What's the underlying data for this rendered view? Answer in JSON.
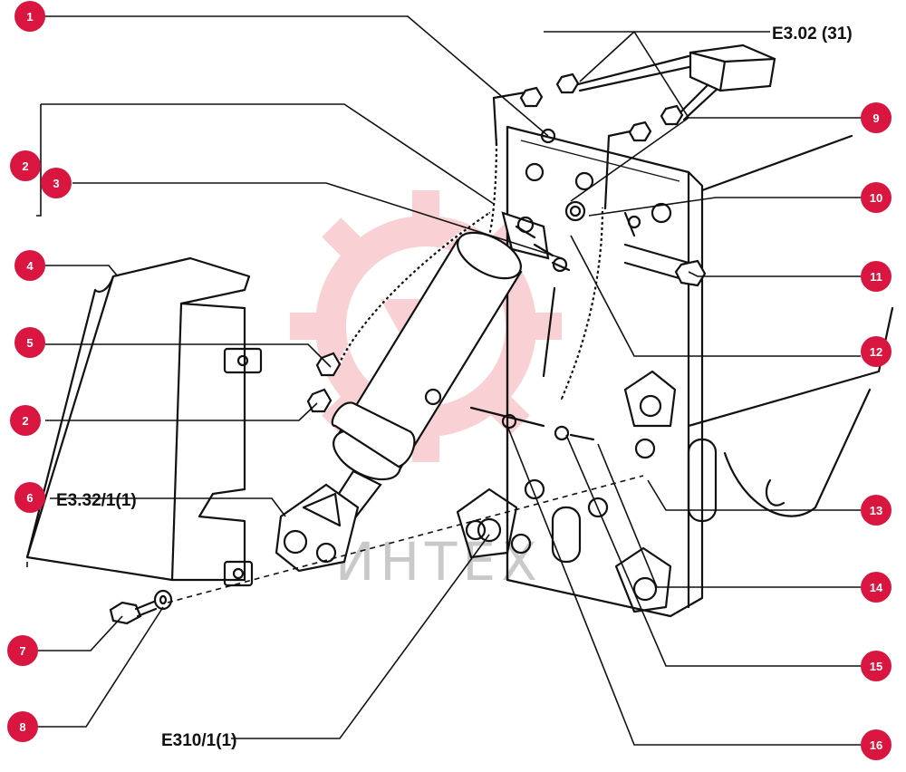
{
  "references": {
    "top_right": "E3.02 (31)",
    "left_middle": "E3.32/1(1)",
    "bottom": "E310/1(1)"
  },
  "callouts": [
    "1",
    "2",
    "3",
    "4",
    "5",
    "2",
    "6",
    "7",
    "8",
    "9",
    "10",
    "11",
    "12",
    "13",
    "14",
    "15",
    "16"
  ],
  "watermark": {
    "text": "ИНТЕХ",
    "color": "#e8303a"
  },
  "colors": {
    "callout_fill": "#d9163f",
    "callout_text": "#ffffff",
    "line": "#111111"
  }
}
